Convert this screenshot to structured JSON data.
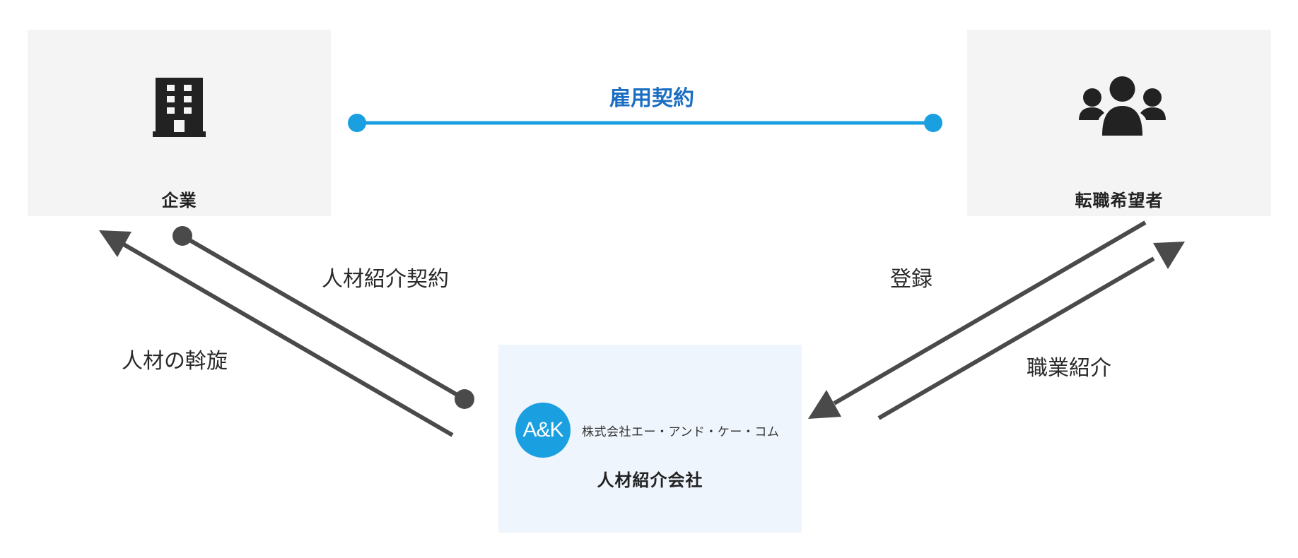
{
  "nodes": {
    "company": {
      "label": "企業",
      "icon": "building-icon"
    },
    "candidate": {
      "label": "転職希望者",
      "icon": "people-icon"
    },
    "agency": {
      "label": "人材紹介会社",
      "logo_mark": "A&K",
      "logo_name": "株式会社エー・アンド・ケー・コム"
    }
  },
  "edges": {
    "employment_contract": "雇用契約",
    "recruitment_contract": "人材紹介契約",
    "talent_introduction": "人材の斡旋",
    "registration": "登録",
    "job_introduction": "職業紹介"
  },
  "colors": {
    "employment_line": "#1a9fe0",
    "employment_label": "#1b6ec2",
    "arrow_lines": "#4a4a4a",
    "node_bg": "#f4f4f4",
    "agency_bg": "#eff5fc",
    "logo": "#1a9fe0"
  }
}
